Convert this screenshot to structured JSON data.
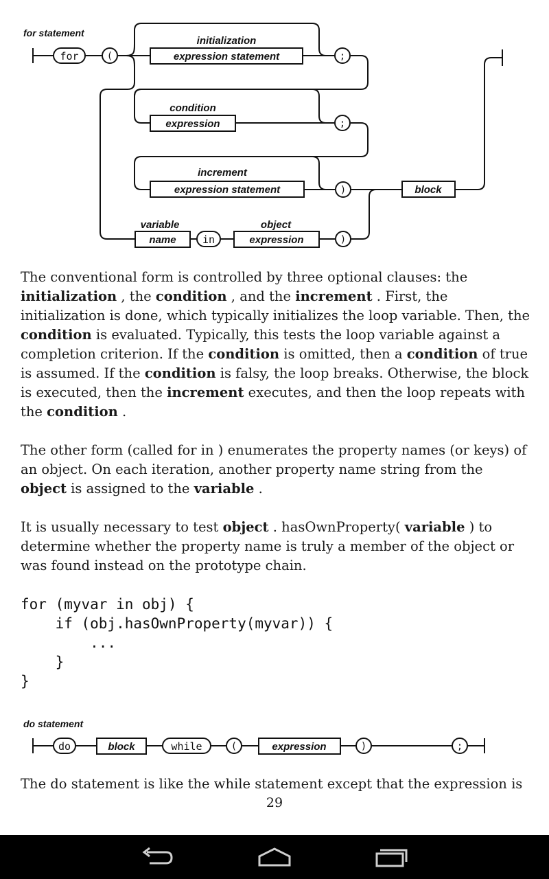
{
  "for_diagram": {
    "title": "for statement",
    "kw_for": "for",
    "open_paren": "(",
    "init_label": "initialization",
    "init_box": "expression statement",
    "semi1": ";",
    "cond_label": "condition",
    "cond_box": "expression",
    "semi2": ";",
    "incr_label": "increment",
    "incr_box": "expression statement",
    "close_paren1": ")",
    "block_box": "block",
    "var_label": "variable",
    "var_box": "name",
    "kw_in": "in",
    "obj_label": "object",
    "obj_box": "expression",
    "close_paren2": ")"
  },
  "paragraph1": {
    "s1": "The conventional form is controlled by three optional clauses: the ",
    "b1": "initialization",
    "s2": " , the ",
    "b2": "condition",
    "s3": " , and the ",
    "b3": "increment",
    "s4": " . First, the initialization is done, which typically  initializes the loop variable. Then, the ",
    "b4": "condition",
    "s5": " is evaluated.  Typically, this tests the loop variable against a completion criterion. If the ",
    "b5": "condition",
    "s6": " is omitted, then a ",
    "b6": "condition",
    "s7": " of true is assumed. If the ",
    "b7": "condition",
    "s8": " is falsy, the loop breaks. Otherwise, the block is executed, then the ",
    "b8": "increment",
    "s9": " executes, and then the loop repeats with the ",
    "b9": "condition",
    "s10": " ."
  },
  "paragraph2": {
    "s1": "The other form (called for in ) enumerates the  property names (or keys) of an object. On each iteration, another property name string from  the ",
    "b1": "object",
    "s2": " is assigned to the ",
    "b2": "variable",
    "s3": " ."
  },
  "paragraph3": {
    "s1": "It is usually necessary to test ",
    "b1": "object",
    "s2": " . hasOwnProperty( ",
    "b2": "variable",
    "s3": " ) to determine whether the property name is truly a member of  the object or was found instead on the prototype chain."
  },
  "code_block": "for (myvar in obj) {\n    if (obj.hasOwnProperty(myvar)) {\n        ...\n    }\n}",
  "do_diagram": {
    "title": "do statement",
    "kw_do": "do",
    "block_box": "block",
    "kw_while": "while",
    "open_paren": "(",
    "expr_box": "expression",
    "close_paren": ")",
    "semi": ";"
  },
  "paragraph4": "The do statement is like the while statement except that the expression is",
  "page_number": "29",
  "navbar": {
    "back_icon": "back-icon",
    "home_icon": "home-icon",
    "recents_icon": "recents-icon",
    "bg_color": "#000000",
    "icon_color": "#cfcfcf"
  }
}
